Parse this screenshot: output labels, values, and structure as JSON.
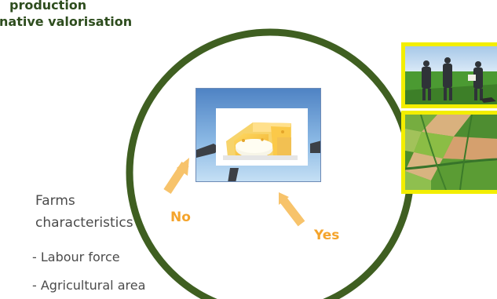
{
  "title": {
    "line1": "production",
    "line2": "native valorisation"
  },
  "farms": {
    "line1": "Farms",
    "line2": "characteristics",
    "items": [
      "-  Labour force",
      "- Agricultural area"
    ]
  },
  "answers": {
    "no": "No",
    "yes": "Yes"
  },
  "colors": {
    "circle": "#3f5f21",
    "arrow": "#f7c36b",
    "answer_text": "#f4a42c",
    "photo_border": "#f3ee00"
  },
  "images": {
    "center": "cheese-image",
    "top_right": "farmers-field-image",
    "bottom_right": "aerial-fields-image"
  }
}
